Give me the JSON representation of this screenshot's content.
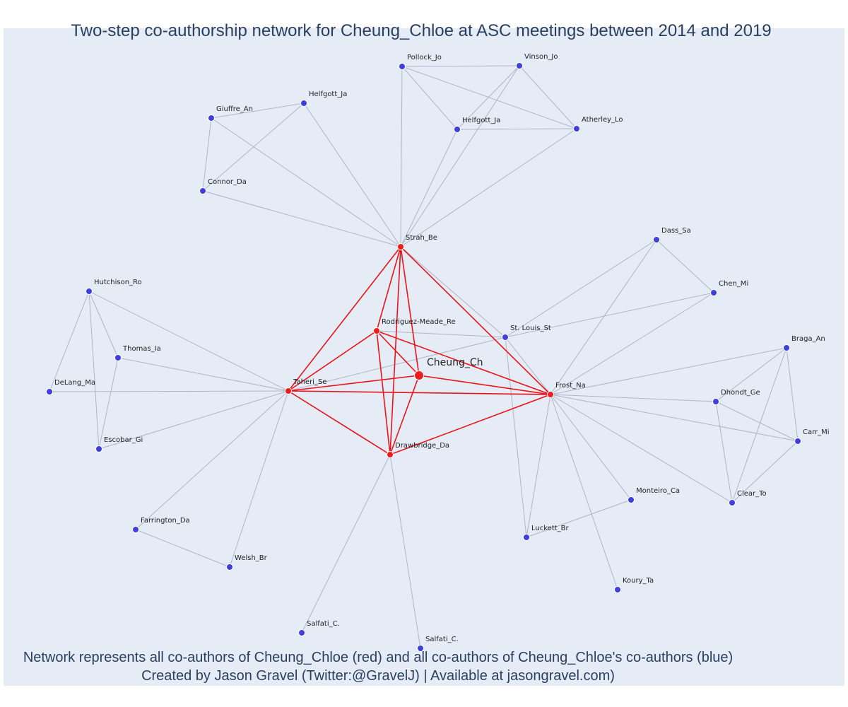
{
  "title": "Two-step co-authorship network for Cheung_Chloe at ASC meetings between 2014 and 2019",
  "footer": {
    "line1": "Network represents all co-authors of Cheung_Chloe (red) and all co-authors of Cheung_Chloe's co-authors (blue)",
    "line2": "Created by Jason Gravel (Twitter:@GravelJ) | Available at jasongravel.com)"
  },
  "colors": {
    "background": "#e5ecf6",
    "first_order_node": "#ef1c1c",
    "first_order_edge": "#e8141a",
    "second_order_node": "#3f3fe0",
    "second_order_edge": "#b0b4c4",
    "text": "#2a3f5f"
  },
  "nodes": [
    {
      "id": "cheung",
      "label": "Cheung_Ch",
      "group": "focus"
    },
    {
      "id": "strah",
      "label": "Strah_Be",
      "group": "coauthor"
    },
    {
      "id": "rodriguez",
      "label": "Rodriguez-Meade_Re",
      "group": "coauthor"
    },
    {
      "id": "taheri",
      "label": "Taheri_Se",
      "group": "coauthor"
    },
    {
      "id": "frost",
      "label": "Frost_Na",
      "group": "coauthor"
    },
    {
      "id": "drawbridge",
      "label": "Drawbridge_Da",
      "group": "coauthor"
    },
    {
      "id": "pollock",
      "label": "Pollock_Jo",
      "group": "second"
    },
    {
      "id": "vinson",
      "label": "Vinson_Jo",
      "group": "second"
    },
    {
      "id": "helfgott2",
      "label": "Helfgott_Ja",
      "group": "second"
    },
    {
      "id": "atherley",
      "label": "Atherley_Lo",
      "group": "second"
    },
    {
      "id": "giuffre",
      "label": "Giuffre_An",
      "group": "second"
    },
    {
      "id": "helfgott1",
      "label": "Helfgott_Ja",
      "group": "second"
    },
    {
      "id": "connor",
      "label": "Connor_Da",
      "group": "second"
    },
    {
      "id": "dass",
      "label": "Dass_Sa",
      "group": "second"
    },
    {
      "id": "chen",
      "label": "Chen_Mi",
      "group": "second"
    },
    {
      "id": "stlouis",
      "label": "St. Louis_St",
      "group": "second"
    },
    {
      "id": "braga",
      "label": "Braga_An",
      "group": "second"
    },
    {
      "id": "dhondt",
      "label": "Dhondt_Ge",
      "group": "second"
    },
    {
      "id": "carr",
      "label": "Carr_Mi",
      "group": "second"
    },
    {
      "id": "clear",
      "label": "Clear_To",
      "group": "second"
    },
    {
      "id": "monteiro",
      "label": "Monteiro_Ca",
      "group": "second"
    },
    {
      "id": "luckett",
      "label": "Luckett_Br",
      "group": "second"
    },
    {
      "id": "koury",
      "label": "Koury_Ta",
      "group": "second"
    },
    {
      "id": "hutchison",
      "label": "Hutchison_Ro",
      "group": "second"
    },
    {
      "id": "thomas",
      "label": "Thomas_Ia",
      "group": "second"
    },
    {
      "id": "delang",
      "label": "DeLang_Ma",
      "group": "second"
    },
    {
      "id": "escobar",
      "label": "Escobar_Gi",
      "group": "second"
    },
    {
      "id": "farrington",
      "label": "Farrington_Da",
      "group": "second"
    },
    {
      "id": "welsh",
      "label": "Welsh_Br",
      "group": "second"
    },
    {
      "id": "salfati1",
      "label": "Salfati_C.",
      "group": "second"
    },
    {
      "id": "salfati2",
      "label": "Salfati_C.",
      "group": "second"
    }
  ],
  "edges": [
    [
      "cheung",
      "strah"
    ],
    [
      "cheung",
      "rodriguez"
    ],
    [
      "cheung",
      "taheri"
    ],
    [
      "cheung",
      "frost"
    ],
    [
      "cheung",
      "drawbridge"
    ],
    [
      "strah",
      "rodriguez"
    ],
    [
      "strah",
      "taheri"
    ],
    [
      "strah",
      "frost"
    ],
    [
      "strah",
      "drawbridge"
    ],
    [
      "rodriguez",
      "taheri"
    ],
    [
      "rodriguez",
      "frost"
    ],
    [
      "rodriguez",
      "drawbridge"
    ],
    [
      "taheri",
      "frost"
    ],
    [
      "taheri",
      "drawbridge"
    ],
    [
      "frost",
      "drawbridge"
    ],
    [
      "strah",
      "pollock"
    ],
    [
      "strah",
      "vinson"
    ],
    [
      "strah",
      "helfgott2"
    ],
    [
      "strah",
      "atherley"
    ],
    [
      "strah",
      "helfgott1"
    ],
    [
      "strah",
      "giuffre"
    ],
    [
      "strah",
      "connor"
    ],
    [
      "strah",
      "stlouis"
    ],
    [
      "pollock",
      "vinson"
    ],
    [
      "pollock",
      "helfgott2"
    ],
    [
      "pollock",
      "atherley"
    ],
    [
      "vinson",
      "helfgott2"
    ],
    [
      "vinson",
      "atherley"
    ],
    [
      "helfgott2",
      "atherley"
    ],
    [
      "giuffre",
      "helfgott1"
    ],
    [
      "giuffre",
      "connor"
    ],
    [
      "helfgott1",
      "connor"
    ],
    [
      "rodriguez",
      "stlouis"
    ],
    [
      "taheri",
      "stlouis"
    ],
    [
      "stlouis",
      "dass"
    ],
    [
      "stlouis",
      "chen"
    ],
    [
      "stlouis",
      "luckett"
    ],
    [
      "stlouis",
      "frost"
    ],
    [
      "frost",
      "dass"
    ],
    [
      "frost",
      "chen"
    ],
    [
      "dass",
      "chen"
    ],
    [
      "frost",
      "braga"
    ],
    [
      "frost",
      "dhondt"
    ],
    [
      "frost",
      "carr"
    ],
    [
      "frost",
      "clear"
    ],
    [
      "frost",
      "monteiro"
    ],
    [
      "frost",
      "luckett"
    ],
    [
      "frost",
      "koury"
    ],
    [
      "braga",
      "dhondt"
    ],
    [
      "braga",
      "carr"
    ],
    [
      "braga",
      "clear"
    ],
    [
      "dhondt",
      "carr"
    ],
    [
      "dhondt",
      "clear"
    ],
    [
      "carr",
      "clear"
    ],
    [
      "monteiro",
      "luckett"
    ],
    [
      "taheri",
      "hutchison"
    ],
    [
      "taheri",
      "thomas"
    ],
    [
      "taheri",
      "delang"
    ],
    [
      "taheri",
      "escobar"
    ],
    [
      "taheri",
      "farrington"
    ],
    [
      "taheri",
      "welsh"
    ],
    [
      "hutchison",
      "thomas"
    ],
    [
      "hutchison",
      "delang"
    ],
    [
      "hutchison",
      "escobar"
    ],
    [
      "thomas",
      "escobar"
    ],
    [
      "farrington",
      "welsh"
    ],
    [
      "drawbridge",
      "salfati1"
    ],
    [
      "drawbridge",
      "salfati2"
    ]
  ]
}
